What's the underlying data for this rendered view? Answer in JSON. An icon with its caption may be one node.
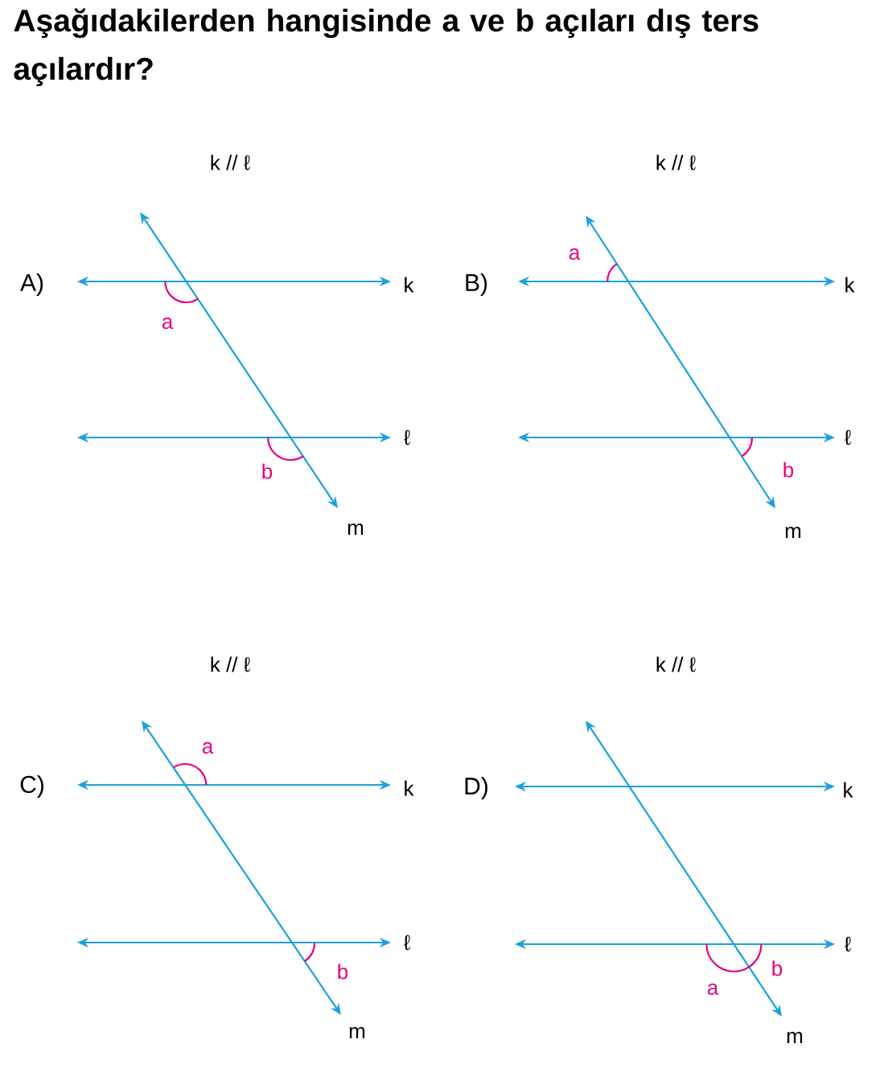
{
  "diagram": {
    "title": "Aşağıdakilerden hangisinde a ve b açıları dış ters açılardır?",
    "labels": [
      "k // ℓ",
      "A)",
      "k",
      "a",
      "ℓ",
      "b",
      "m",
      "k // ℓ",
      "B)",
      "a",
      "k",
      "ℓ",
      "b",
      "m",
      "k // ℓ",
      "C)",
      "a",
      "k",
      "ℓ",
      "b",
      "m",
      "k // ℓ",
      "D)",
      "k",
      "ℓ",
      "a",
      "b",
      "m"
    ]
  }
}
